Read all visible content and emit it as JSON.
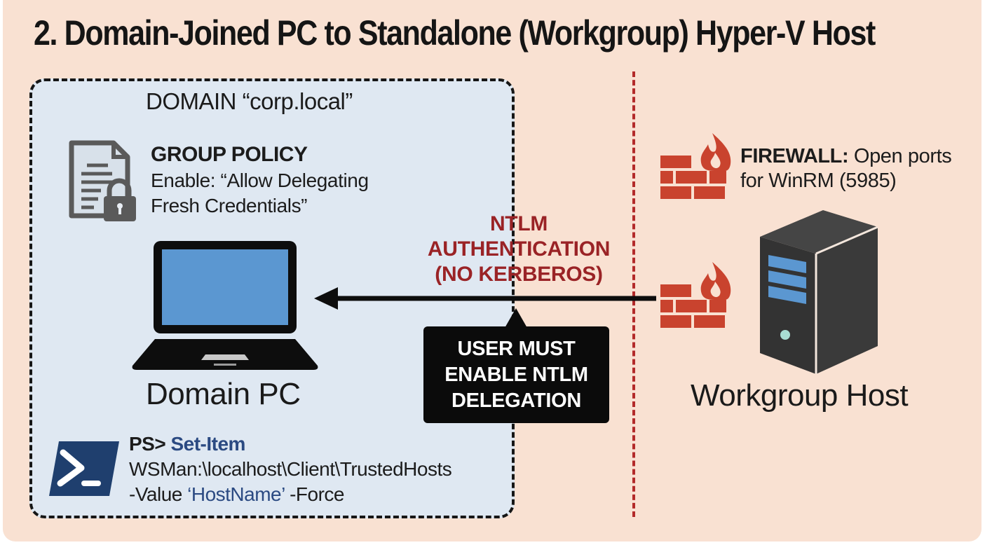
{
  "title": "2. Domain-Joined PC to Standalone (Workgroup) Hyper-V Host",
  "domain_zone": {
    "label": "DOMAIN “corp.local”",
    "group_policy": {
      "icon": "document-lock-icon",
      "title": "GROUP POLICY",
      "lines": [
        "Enable: “Allow Delegating",
        "Fresh Credentials”"
      ]
    },
    "client": {
      "icon": "laptop-icon",
      "label": "Domain PC"
    },
    "powershell": {
      "icon": "powershell-icon",
      "prompt": "PS>",
      "cmdlet": "Set-Item",
      "path": "WSMan:\\localhost\\Client\\TrustedHosts",
      "value_flag": "-Value",
      "value": "‘HostName’",
      "force_flag": "-Force"
    }
  },
  "connection": {
    "label_lines": [
      "NTLM",
      "AUTHENTICATION",
      "(NO KERBEROS)"
    ],
    "direction": "host-to-pc",
    "callout_lines": [
      "USER MUST",
      "ENABLE NTLM",
      "DELEGATION"
    ]
  },
  "host_zone": {
    "firewall": {
      "icon": "firewall-icon",
      "label_bold": "FIREWALL:",
      "label_rest": " Open ports",
      "line2": "for WinRM (5985)"
    },
    "server": {
      "icon": "server-tower-icon",
      "label": "Workgroup Host"
    }
  },
  "colors": {
    "background": "#f9e1d2",
    "domain_zone": "#dfe8f2",
    "accent_red": "#9a2326",
    "firewall": "#c9432e",
    "screen_blue": "#5b97d1",
    "ps_blue": "#1f3f6e"
  }
}
